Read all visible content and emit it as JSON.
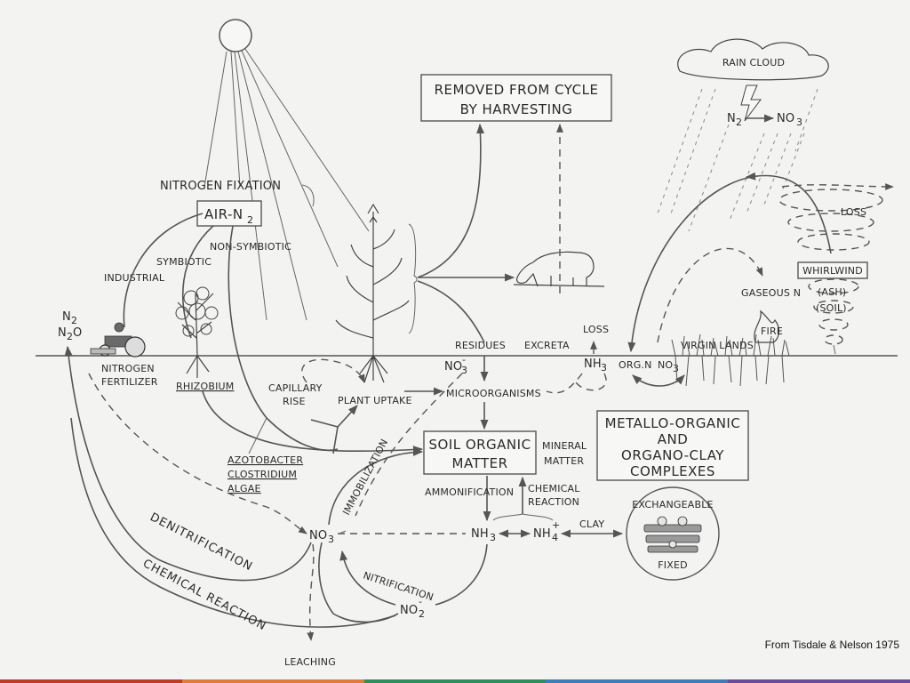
{
  "labels": {
    "removed_line1": "REMOVED FROM CYCLE",
    "removed_line2": "BY HARVESTING",
    "rain_cloud": "RAIN CLOUD",
    "n2": "N",
    "n2_sub": "2",
    "no3": "NO",
    "no3_sub": "3",
    "nitrogen_fixation": "NITROGEN FIXATION",
    "air_n2": "AIR-N",
    "air_n2_sub": "2",
    "non_symbiotic": "NON-SYMBIOTIC",
    "symbiotic": "SYMBIOTIC",
    "industrial": "INDUSTRIAL",
    "n2_left": "N",
    "n2_left_sub": "2",
    "n2o_left": "N",
    "n2o_left_sub": "2",
    "n2o_left_tail": "O",
    "nitrogen_fertilizer_1": "NITROGEN",
    "nitrogen_fertilizer_2": "FERTILIZER",
    "rhizobium": "RHIZOBIUM",
    "capillary_1": "CAPILLARY",
    "capillary_2": "RISE",
    "plant_uptake": "PLANT UPTAKE",
    "residues": "RESIDUES",
    "excreta": "EXCRETA",
    "loss": "LOSS",
    "nh3": "NH",
    "nh3_sub": "3",
    "no3_soil": "NO",
    "no3_soil_sub": "3",
    "no3_soil_sup": "-",
    "microorganisms": "MICROORGANISMS",
    "orgn": "ORG.N",
    "no3_right": "NO",
    "no3_right_sub": "3",
    "virgin_lands": "VIRGIN LANDS",
    "fire": "FIRE",
    "gaseous_n": "GASEOUS N",
    "whirlwind": "WHIRLWIND",
    "ash": "(ASH)",
    "soil": "(SOIL)",
    "loss_right": "LOSS",
    "soil_om_1": "SOIL ORGANIC",
    "soil_om_2": "MATTER",
    "mineral_1": "MINERAL",
    "mineral_2": "MATTER",
    "metallo_1": "METALLO-ORGANIC",
    "metallo_2": "AND",
    "metallo_3": "ORGANO-CLAY",
    "metallo_4": "COMPLEXES",
    "azotobacter": "AZOTOBACTER",
    "clostridium": "CLOSTRIDIUM",
    "algae": "ALGAE",
    "immobilization": "IMMOBILIZATION",
    "ammonification": "AMMONIFICATION",
    "chemical_reaction_1": "CHEMICAL",
    "chemical_reaction_2": "REACTION",
    "nh3_mid": "NH",
    "nh3_mid_sub": "3",
    "nh4": "NH",
    "nh4_sub": "4",
    "nh4_sup": "+",
    "clay": "CLAY",
    "exchangeable": "EXCHANGEABLE",
    "fixed": "FIXED",
    "no3_low": "NO",
    "no3_low_sub": "3",
    "nitrification": "NITRIFICATION",
    "no2": "NO",
    "no2_sub": "2",
    "no2_sup": "-",
    "denitrification": "DENITRIFICATION",
    "chemical_reaction_curve": "CHEMICAL REACTION",
    "leaching": "LEACHING"
  },
  "credit": "From Tisdale & Nelson 1975",
  "colors": {
    "background": "#f3f3f1",
    "ink": "#2a2a2a",
    "stripe": [
      "#c0392b",
      "#e07b39",
      "#2f8f5b",
      "#3d7db8",
      "#6b4c9a"
    ]
  }
}
